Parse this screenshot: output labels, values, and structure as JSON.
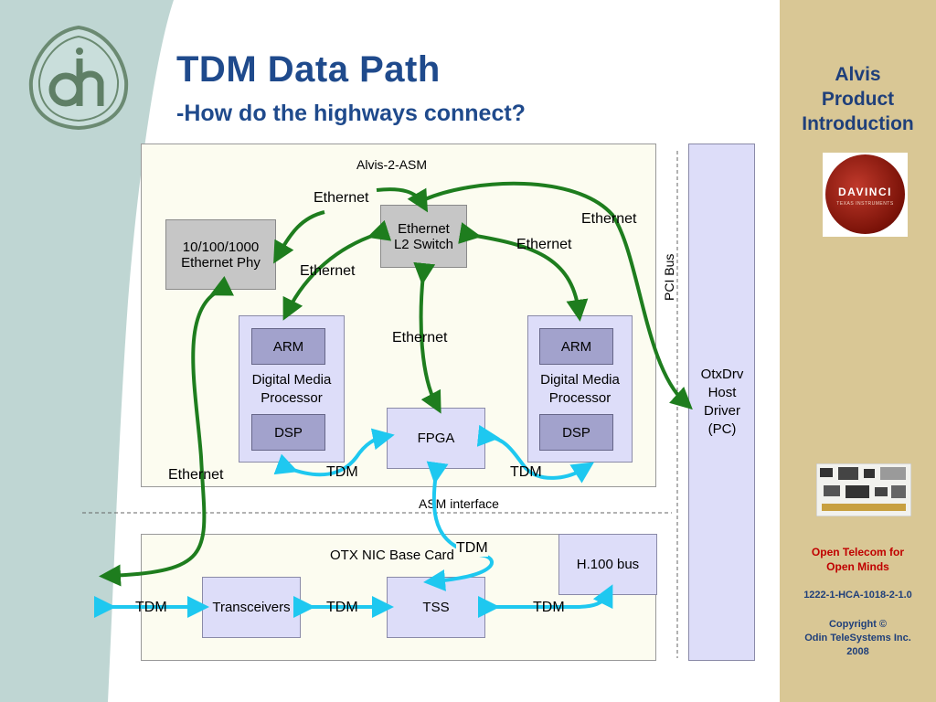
{
  "slide": {
    "title": "TDM Data Path",
    "subtitle": "-How do the highways connect?"
  },
  "sidebar": {
    "title_line1": "Alvis",
    "title_line2": "Product",
    "title_line3": "Introduction",
    "davinci_word": "DAVINCI",
    "davinci_sub": "TEXAS INSTRUMENTS",
    "tagline_line1": "Open Telecom for",
    "tagline_line2": "Open Minds",
    "doc_number": "1222-1-HCA-1018-2-1.0",
    "copyright_line1": "Copyright ©",
    "copyright_line2": "Odin TeleSystems Inc.",
    "copyright_line3": "2008"
  },
  "diagram": {
    "asm_title": "Alvis-2-ASM",
    "eth_phy_line1": "10/100/1000",
    "eth_phy_line2": "Ethernet Phy",
    "l2_switch_line1": "Ethernet",
    "l2_switch_line2": "L2 Switch",
    "arm": "ARM",
    "dmp_line1": "Digital Media",
    "dmp_line2": "Processor",
    "dsp": "DSP",
    "fpga": "FPGA",
    "pci_bus": "PCI Bus",
    "host_line1": "OtxDrv",
    "host_line2": "Host",
    "host_line3": "Driver",
    "host_line4": "(PC)",
    "asm_interface": "ASM interface",
    "nic_title": "OTX NIC Base Card",
    "h100": "H.100 bus",
    "transceivers": "Transceivers",
    "tss": "TSS",
    "ethernet": "Ethernet",
    "tdm": "TDM"
  },
  "colors": {
    "title_blue": "#1f4a8c",
    "sidebar_tan": "#d9c795",
    "ethernet_green": "#1e7d1e",
    "tdm_cyan": "#1ec8f0",
    "tagline_red": "#c00000"
  }
}
